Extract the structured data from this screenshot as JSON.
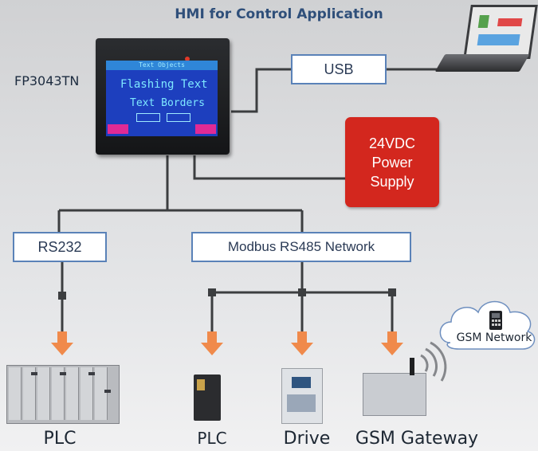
{
  "title": "HMI for Control Application",
  "hmi": {
    "model": "FP3043TN",
    "screen": {
      "header": "Text Objects",
      "line1": "Flashing Text",
      "line2": "Text Borders"
    }
  },
  "connections": {
    "usb": "USB",
    "power_line1": "24VDC",
    "power_line2": "Power",
    "power_line3": "Supply",
    "rs232": "RS232",
    "modbus": "Modbus RS485 Network"
  },
  "devices": {
    "plc_rack": "PLC",
    "plc_small": "PLC",
    "drive": "Drive",
    "gsm_gateway": "GSM Gateway"
  },
  "cloud": {
    "label": "GSM Network"
  },
  "colors": {
    "wire": "#3c3e40",
    "arrow": "#f08a4b",
    "box_border": "#5a82b8",
    "power": "#d3271e",
    "title": "#2f4f7a"
  }
}
